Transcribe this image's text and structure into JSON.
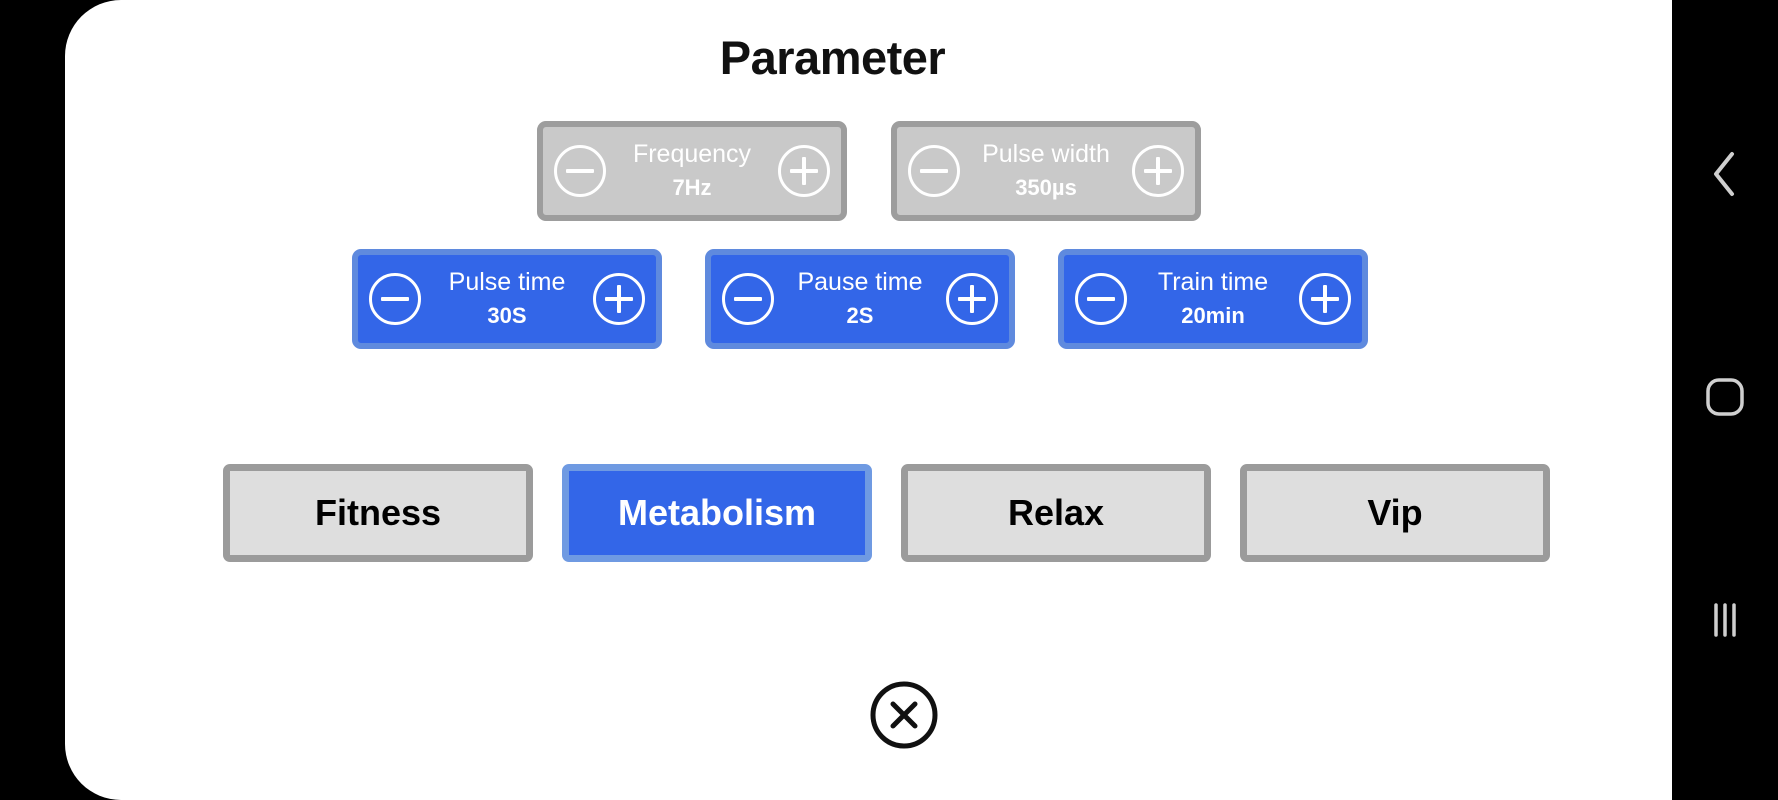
{
  "screen": {
    "title": "Parameter",
    "close_label": "close-x"
  },
  "parameters": {
    "top_row": [
      {
        "name": "Frequency",
        "value": "7Hz",
        "state": "disabled",
        "decrement_icon": "minus-circle-icon",
        "increment_icon": "plus-circle-icon"
      },
      {
        "name": "Pulse width",
        "value": "350µs",
        "state": "disabled",
        "decrement_icon": "minus-circle-icon",
        "increment_icon": "plus-circle-icon"
      }
    ],
    "bottom_row": [
      {
        "name": "Pulse time",
        "value": "30S",
        "state": "active",
        "decrement_icon": "minus-circle-icon",
        "increment_icon": "plus-circle-icon"
      },
      {
        "name": "Pause time",
        "value": "2S",
        "state": "active",
        "decrement_icon": "minus-circle-icon",
        "increment_icon": "plus-circle-icon"
      },
      {
        "name": "Train time",
        "value": "20min",
        "state": "active",
        "decrement_icon": "minus-circle-icon",
        "increment_icon": "plus-circle-icon"
      }
    ]
  },
  "modes": [
    {
      "label": "Fitness",
      "selected": false
    },
    {
      "label": "Metabolism",
      "selected": true
    },
    {
      "label": "Relax",
      "selected": false
    },
    {
      "label": "Vip",
      "selected": false
    }
  ],
  "navbar": {
    "back_icon": "chevron-left-icon",
    "home_icon": "rounded-square-icon",
    "recents_icon": "three-bars-icon"
  },
  "colors": {
    "accent_blue": "#3366e8",
    "accent_blue_border": "#6f9ae2",
    "disabled_grey": "#c9c9c9",
    "disabled_grey_border": "#9d9d9d",
    "mode_off_fill": "#dedede",
    "mode_off_border": "#9b9b9b",
    "panel_background": "#ffffff",
    "device_background": "#000000",
    "title_color": "#111111"
  }
}
